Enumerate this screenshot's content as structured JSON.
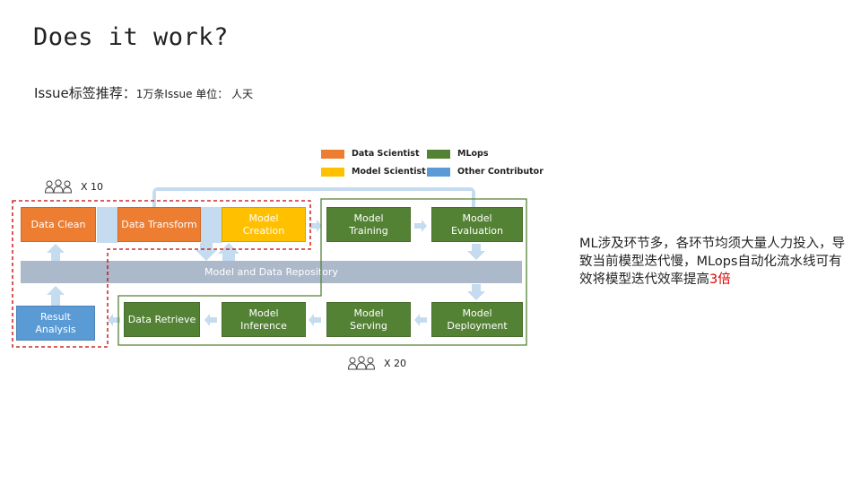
{
  "slide": {
    "title": "Does it work?",
    "subtitle": {
      "label": "Issue标签推荐：",
      "detail": "1万条Issue 单位： 人天"
    }
  },
  "legend": {
    "items": [
      {
        "label": "Data Scientist",
        "color": "#ed7d31"
      },
      {
        "label": "Model Scientist",
        "color": "#ffc000"
      },
      {
        "label": "MLops",
        "color": "#548235"
      },
      {
        "label": "Other Contributor",
        "color": "#5b9bd5"
      }
    ]
  },
  "people": {
    "top": {
      "count": "X 10",
      "icon": "people-group-icon"
    },
    "bottom": {
      "count": "X 20",
      "icon": "people-group-icon"
    }
  },
  "repository": {
    "label": "Model and Data Repository",
    "color": "#acb9ca"
  },
  "steps": {
    "data_clean": "Data Clean",
    "data_transform": "Data Transform",
    "model_creation": "Model Creation",
    "model_training": "Model Training",
    "model_evaluation": "Model Evaluation",
    "model_deployment": "Model Deployment",
    "model_serving": "Model Serving",
    "model_inference": "Model Inference",
    "data_retrieve": "Data Retrieve",
    "result_analysis": "Result Analysis"
  },
  "note": {
    "main": "ML涉及环节多，各环节均须大量人力投入，导致当前模型迭代慢，MLops自动化流水线可有效将模型迭代效率提高",
    "highlight": "3倍",
    "highlight_color": "#e00000"
  }
}
